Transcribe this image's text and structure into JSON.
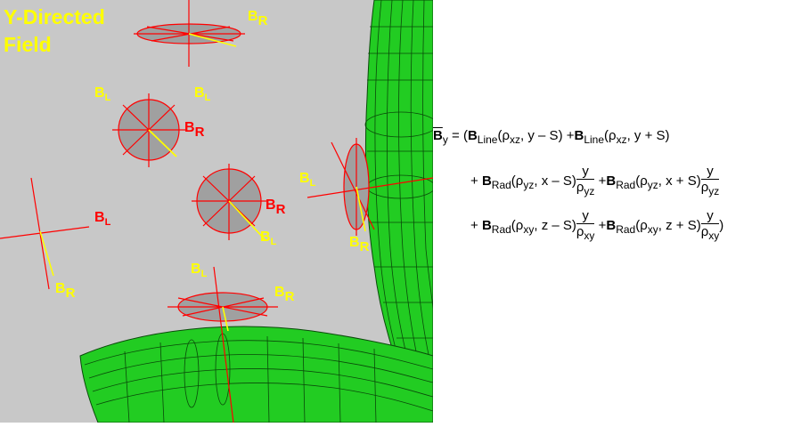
{
  "title": {
    "line1": "Y-Directed",
    "line2": "Field"
  },
  "labels": {
    "b": "B",
    "r": "R",
    "l": "L"
  },
  "equation": {
    "lhs": "B",
    "lhs_sub": "y",
    "eq": "=",
    "term_line": "B",
    "term_line_sub": "Line",
    "term_rad": "B",
    "term_rad_sub": "Rad",
    "rho": "ρ",
    "rho_xz": "xz",
    "rho_yz": "yz",
    "rho_xy": "xy",
    "y_minus_s": "y – S",
    "y_plus_s": "y + S",
    "x_minus_s": "x – S",
    "x_plus_s": "x + S",
    "z_minus_s": "z – S",
    "z_plus_s": "z + S",
    "frac_num": "y",
    "plus": "+"
  },
  "colors": {
    "background": "#c8c8c8",
    "torus": "#22cc22",
    "field_red": "#ff0000",
    "field_yellow": "#ffff00",
    "disc_fill": "#a0a0a0"
  }
}
